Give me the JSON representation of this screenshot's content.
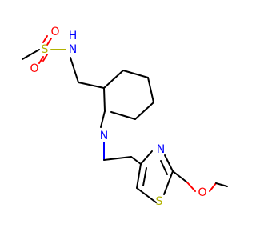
{
  "molecule": {
    "atoms": {
      "sulfonyl_s": {
        "symbol": "S",
        "color": "#B2B200"
      },
      "sulfonyl_o_top": {
        "symbol": "O",
        "color": "#FF0000"
      },
      "sulfonyl_o_bottom": {
        "symbol": "O",
        "color": "#FF0000"
      },
      "amide_n": {
        "symbol": "N",
        "color": "#0000FF"
      },
      "amide_h": {
        "symbol": "H",
        "color": "#0000FF"
      },
      "piperidine_n": {
        "symbol": "N",
        "color": "#0000FF"
      },
      "thiazole_n": {
        "symbol": "N",
        "color": "#0000FF"
      },
      "thiazole_s": {
        "symbol": "S",
        "color": "#B2B200"
      },
      "ether_o": {
        "symbol": "O",
        "color": "#FF0000"
      }
    },
    "bond_color": "#000000"
  }
}
